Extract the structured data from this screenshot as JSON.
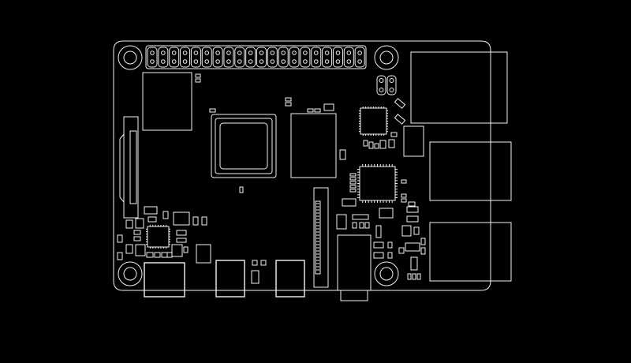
{
  "colors": {
    "background": "#000000",
    "line": "#f2f2f2"
  },
  "board": {
    "gpio_header_pins_per_row": 20,
    "gpio_header_rows": 2,
    "mounting_holes": 4,
    "usb_ports": 2,
    "ethernet_ports": 1,
    "micro_hdmi_ports": 2,
    "power_ports": 1
  }
}
